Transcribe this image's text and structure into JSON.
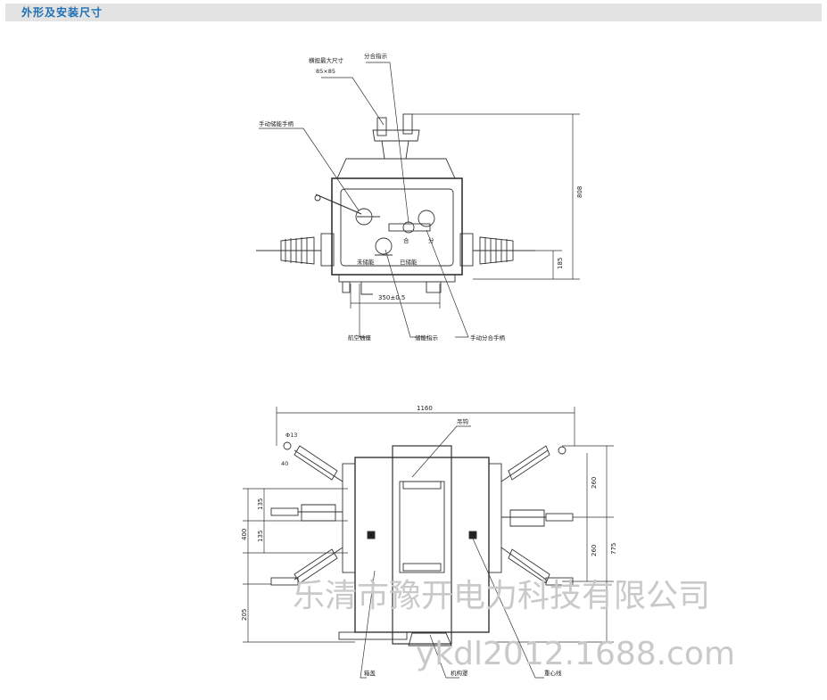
{
  "header": {
    "title": "外形及安装尺寸"
  },
  "front_view": {
    "labels": {
      "max_size": "横担最大尺寸",
      "max_size_value": "85×85",
      "open_close_indicator": "分合指示",
      "manual_handle": "手动储能手柄",
      "not_stored": "未储能",
      "stored": "已储能",
      "aviation_socket": "航空插座",
      "energy_indicator": "储能指示",
      "manual_open_close_handle": "手动分合手柄",
      "close_mark": "合",
      "open_mark": "分"
    },
    "dimensions": {
      "height": "808",
      "lower": "185",
      "width": "350±0.5"
    }
  },
  "plan_view": {
    "labels": {
      "lifting_hook": "吊钩",
      "cover": "箱盖",
      "mechanism_cover": "机构罩",
      "center_line": "重心线",
      "hole": "Φ13",
      "hole_offset": "40"
    },
    "dimensions": {
      "overall_width": "1160",
      "left_total": "400",
      "left_a": "135",
      "left_b": "135",
      "left_bottom": "205",
      "right_a": "260",
      "right_b": "260",
      "right_total": "775"
    }
  },
  "watermark": {
    "company": "乐清市豫开电力科技有限公司",
    "site": "ykdl2012.1688.com"
  }
}
